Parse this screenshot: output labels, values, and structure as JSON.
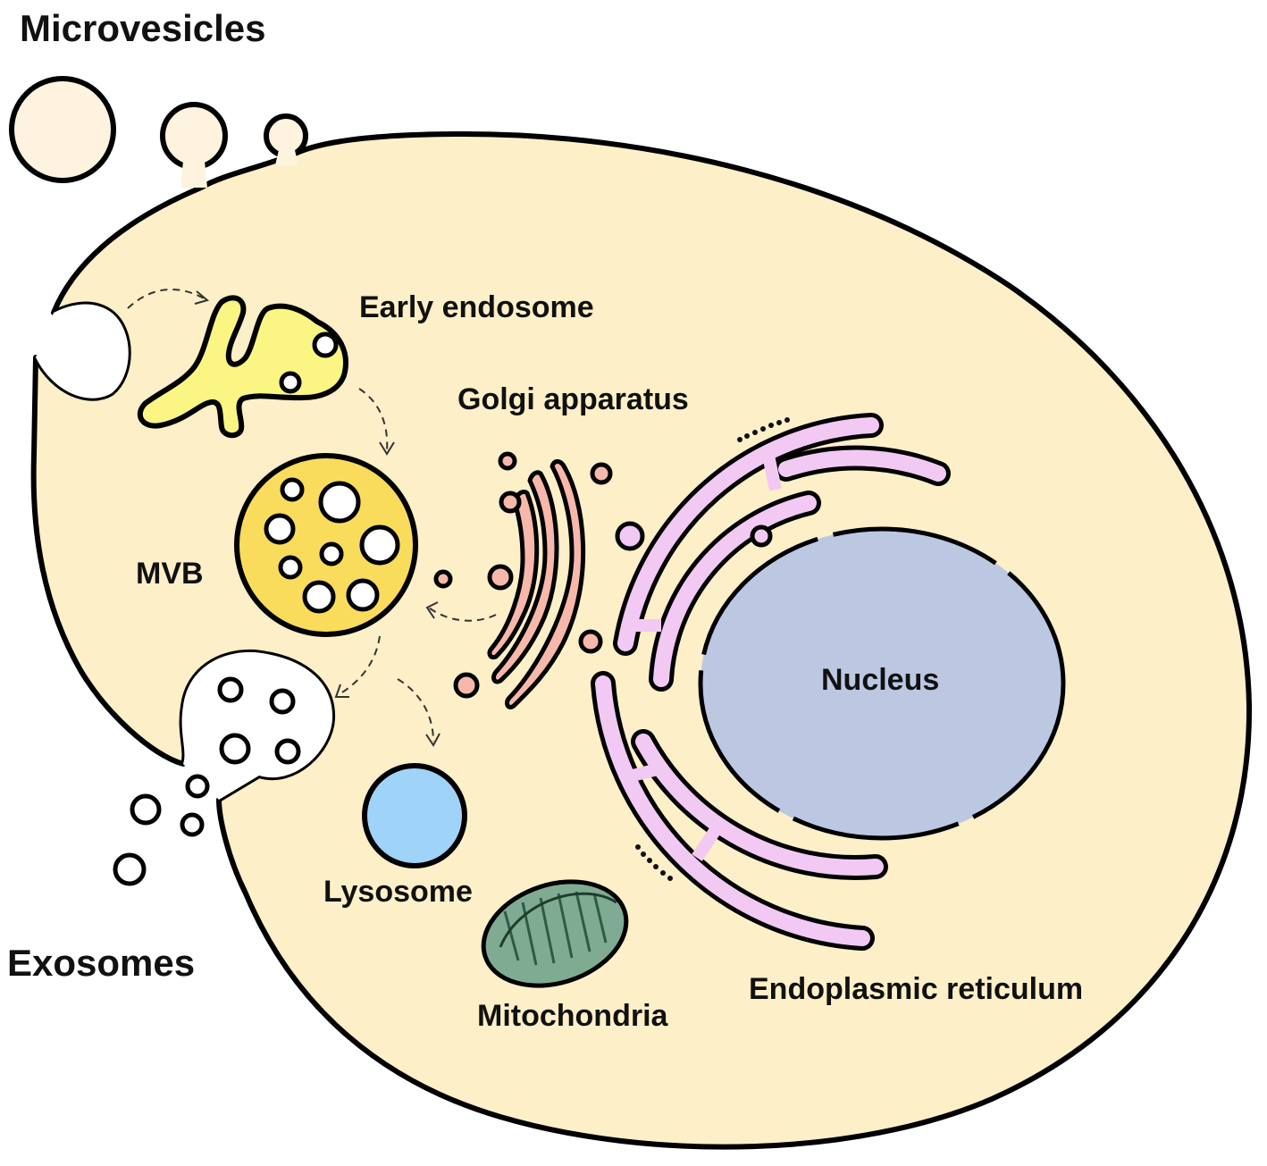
{
  "labels": {
    "microvesicles": "Microvesicles",
    "exosomes": "Exosomes",
    "early_endosome": "Early endosome",
    "golgi": "Golgi apparatus",
    "mvb": "MVB",
    "nucleus": "Nucleus",
    "lysosome": "Lysosome",
    "mitochondria": "Mitochondria",
    "er": "Endoplasmic reticulum"
  },
  "colors": {
    "cytoplasm": "#fdefc8",
    "vesicle_fill": "#fdf3df",
    "early_endosome": "#fbf584",
    "mvb": "#f9dc5c",
    "golgi": "#f6b8aa",
    "er": "#f1c9f3",
    "nucleus": "#bcc8e2",
    "lysosome": "#9fd3f8",
    "mitochondria": "#7fab92",
    "outline": "#000000"
  }
}
